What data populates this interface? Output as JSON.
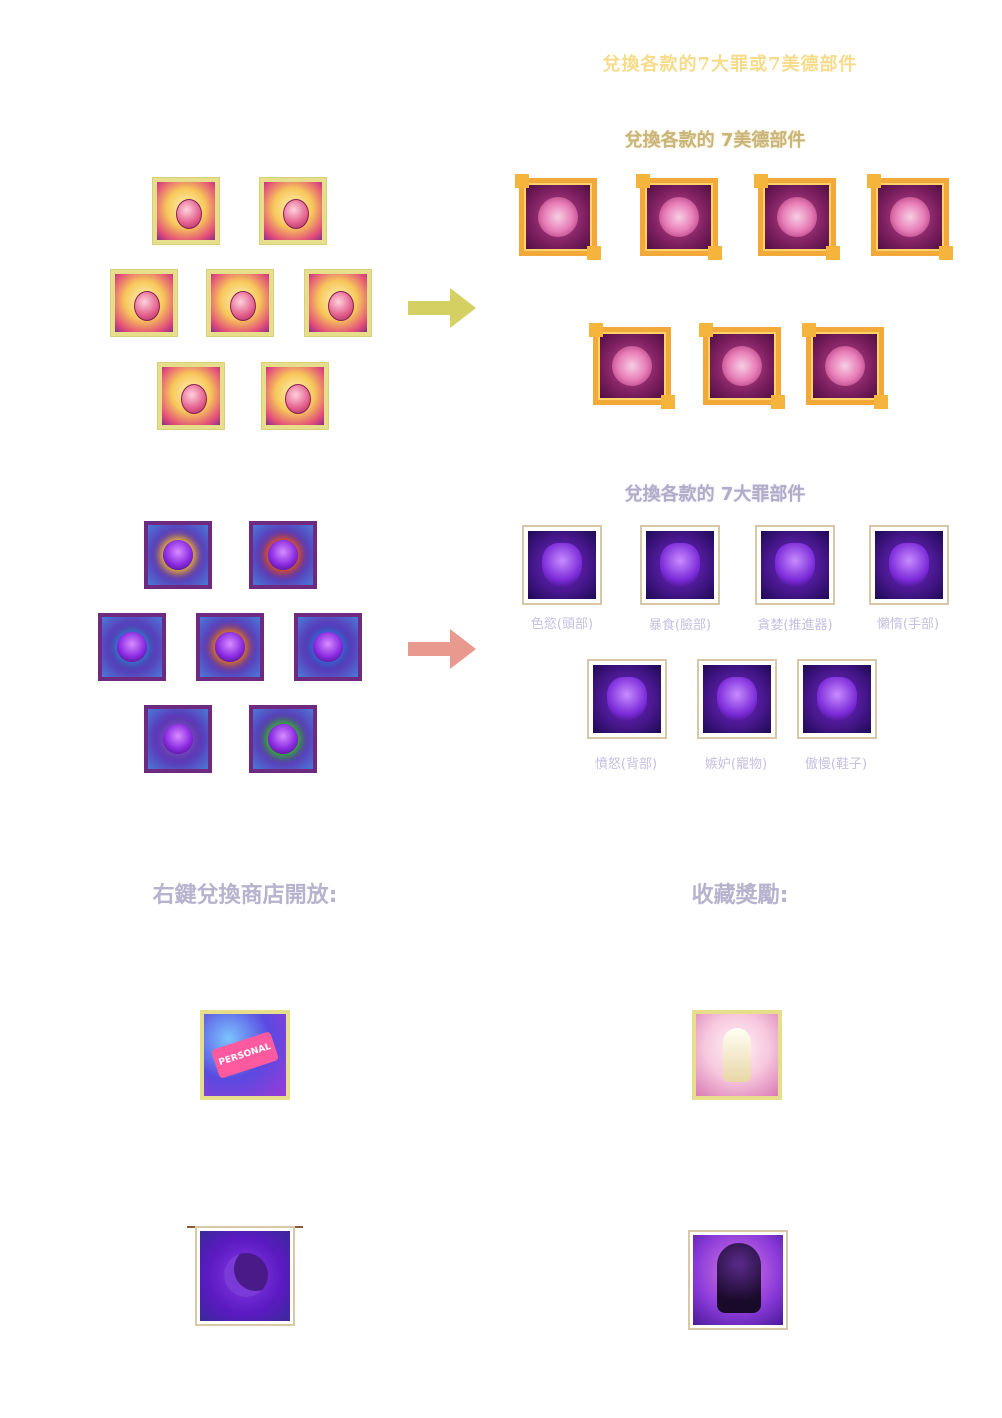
{
  "header": {
    "title": "兌換各款的7大罪或7美德部件"
  },
  "virtues": {
    "title": "兌換各款的 7美德部件",
    "arrow_color": "#d4d061",
    "items": [
      {
        "icon": "virtue-halo-icon"
      },
      {
        "icon": "virtue-helmet-icon"
      },
      {
        "icon": "virtue-feather-weapon-icon"
      },
      {
        "icon": "virtue-gauntlet-icon"
      },
      {
        "icon": "virtue-golden-wings-icon"
      },
      {
        "icon": "virtue-crystal-wings-icon"
      },
      {
        "icon": "virtue-angel-pet-icon"
      }
    ]
  },
  "sins": {
    "title": "兌換各款的 7大罪部件",
    "arrow_color": "#e89a8e",
    "items": [
      {
        "label": "色慾(頭部)",
        "icon": "sin-horns-icon"
      },
      {
        "label": "暴食(臉部)",
        "icon": "sin-mask-icon"
      },
      {
        "label": "貪婪(推進器)",
        "icon": "sin-thruster-icon"
      },
      {
        "label": "懶惰(手部)",
        "icon": "sin-claw-icon"
      },
      {
        "label": "憤怒(背部)",
        "icon": "sin-wings-icon"
      },
      {
        "label": "嫉妒(寵物)",
        "icon": "sin-pet-icon"
      },
      {
        "label": "傲慢(鞋子)",
        "icon": "sin-boots-icon"
      }
    ]
  },
  "bottom": {
    "shop_title": "右鍵兌換商店開放:",
    "reward_title": "收藏獎勵:",
    "shop_ticket_text": "PERSONAL",
    "virtue_ticket_icon": "personal-ticket-icon",
    "virtue_reward_icon": "virtue-angel-avatar-icon",
    "sin_ticket_icon": "sin-moon-icon",
    "sin_reward_icon": "sin-hooded-avatar-icon"
  },
  "colors": {
    "gold_frame": "#f2a93a",
    "gem_gold_border": "#e6de8a",
    "gem_purple_border": "#6e2a80",
    "title_gold": "#f6dc8a",
    "title_purple": "#b2acc8"
  }
}
